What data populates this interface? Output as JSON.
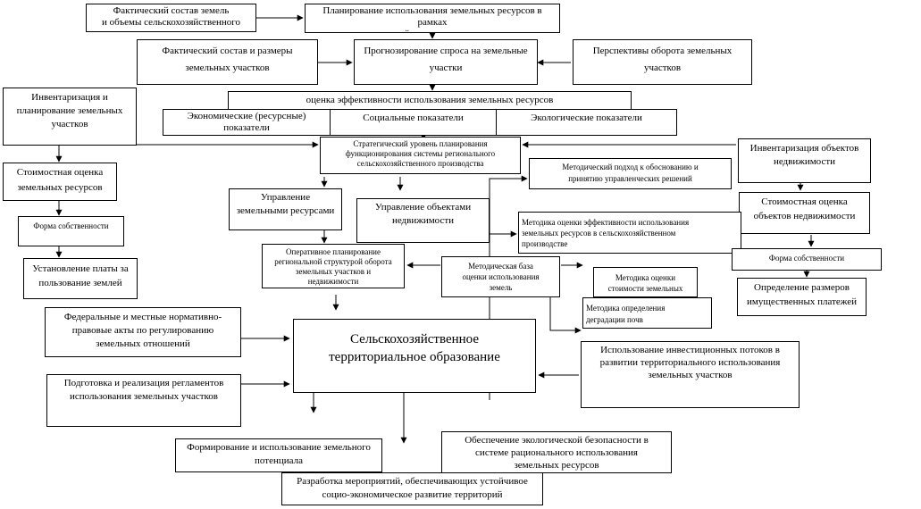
{
  "boxes": {
    "fakt_sostav_zemel": "Фактический состав земель\nи объемы сельскохозяйственного\nпроизводства",
    "planirovanie": "Планирование использования земельных ресурсов в рамках\nсельскохозяйственного производства",
    "fakt_sostav_uchastkov": "Фактический состав и размеры\nземельных участков",
    "prognoz_sprosa": "Прогнозирование спроса на земельные\nучастки",
    "perspektivy_oborota": "Перспективы оборота земельных\nучастков",
    "inventarizaciya_zem": "Инвентаризация и\nпланирование земельных\nучастков",
    "ocenka_effektivnosti": "оценка эффективности использования земельных ресурсов",
    "ekonomicheskie": "Экономические (ресурсные)\nпоказатели",
    "socialnye": "Социальные показатели",
    "ekologicheskie": "Экологические показатели",
    "strategicheskiy": "Стратегический уровень планирования\nфункционирования системы регионального\nсельскохозяйственного производства",
    "inventarizaciya_obj": "Инвентаризация объектов\nнедвижимости",
    "stoimostnaya_zem": "Стоимостная оценка\nземельных ресурсов",
    "metod_podhod": "Методический подход к обоснованию и\nпринятию управленческих решений",
    "stoimostnaya_obj": "Стоимостная оценка\nобъектов недвижимости",
    "upravlenie_zem": "Управление\nземельными ресурсами",
    "upravlenie_obj": "Управление объектами\nнедвижимости",
    "forma_sobstv_left": "Форма собственности",
    "metodika_effekt": "Методика оценки эффективности использования\nземельных ресурсов в сельскохозяйственном\nпроизводстве",
    "forma_sobstv_right": "Форма собственности",
    "operativnoe": "Оперативное планирование\nрегиональной структурой оборота\nземельных участков и\nнедвижимости",
    "ustanovlenie_platy": "Установление платы за\nпользование землей",
    "metod_baza": "Методическая база\nоценки использования\nземель",
    "metodika_stoimosti": "Методика оценки\nстоимости земельных",
    "opredelenie_razmerov": "Определение размеров\nимущественных платежей",
    "metodika_degradacii": "Методика определения\nдеградации почв",
    "federalnye": "Федеральные и местные нормативно-\nправовые акты по регулированию\nземельных отношений",
    "selskohoz_obrazovanie": "Сельскохозяйственное\nтерриториальное образование",
    "investicionnye": "Использование инвестиционных потоков в\nразвитии территориального использования\nземельных участков",
    "podgotovka": "Подготовка и реализация регламентов\nиспользования земельных участков",
    "formirovanie": "Формирование и использование земельного\nпотенциала",
    "ekologicheskaya_bezop": "Обеспечение экологической безопасности в\nсистеме рационального использования\nземельных ресурсов",
    "razrabotka": "Разработка мероприятий, обеспечивающих устойчивое\nсоцио-экономическое развитие территорий"
  }
}
